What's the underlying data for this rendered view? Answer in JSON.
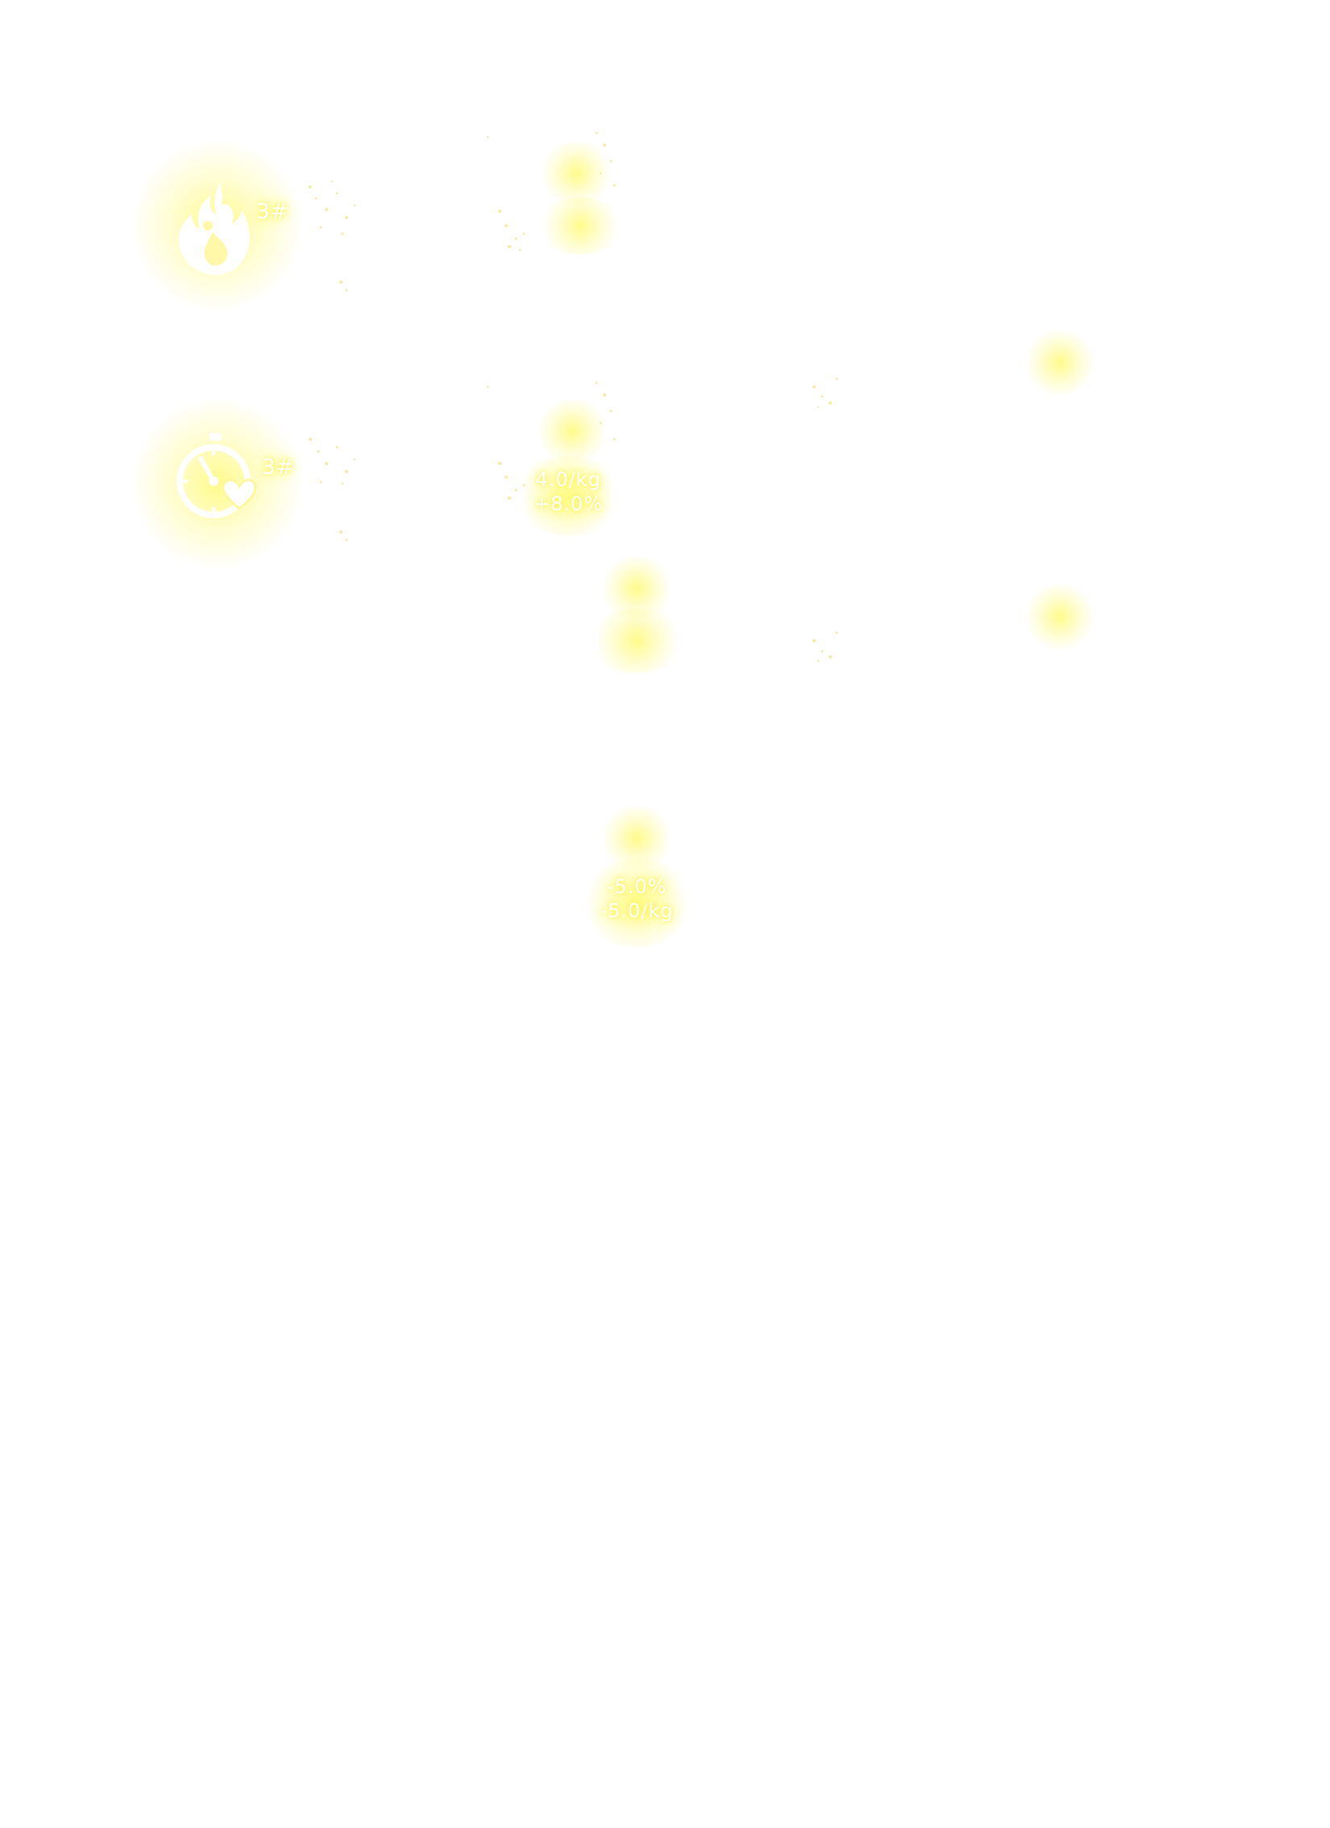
{
  "row1": {
    "icon": "flame-icon",
    "level": "3#",
    "node_top": "",
    "node_bottom": ""
  },
  "row2": {
    "icon": "stopwatch-heart-icon",
    "level": "3#",
    "node_top": "",
    "node_middle": "4.0/kg",
    "node_bottom": "+8.0%"
  },
  "right_nodes": {
    "upper": "",
    "lower": ""
  },
  "lower_nodes": {
    "a_top": "",
    "a_bottom": "",
    "b_top": "",
    "b_middle": "-5.0%",
    "b_bottom": "-5.0/kg"
  },
  "colors": {
    "glow": "#fff24a",
    "text": "#ffffff",
    "background": "#ffffff"
  }
}
